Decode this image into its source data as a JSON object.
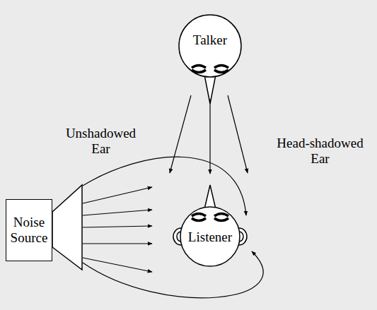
{
  "diagram": {
    "nodes": [
      {
        "text": [
          "Talker"
        ]
      },
      {
        "text": [
          "Noise Source"
        ]
      },
      {
        "text": [
          "Listener"
        ]
      }
    ],
    "edges": [
      {
        "from": 0,
        "to": 2,
        "arrow": "to"
      },
      {
        "from": 0,
        "to": 2,
        "arrow": "to"
      },
      {
        "from": 0,
        "to": 2,
        "arrow": "to"
      },
      {
        "from": 1,
        "to": 2,
        "arrow": "to"
      },
      {
        "from": 1,
        "to": 2,
        "arrow": "to"
      },
      {
        "from": 1,
        "to": 2,
        "arrow": "to"
      },
      {
        "from": 1,
        "to": 2,
        "arrow": "to"
      },
      {
        "from": 1,
        "to": 2,
        "arrow": "to"
      },
      {
        "from": 1,
        "to": 2,
        "arrow": "to"
      },
      {
        "from": 1,
        "to": 2,
        "arrow": "to"
      }
    ],
    "labels": [
      "Unshadowed Ear",
      "Head-shadowed Ear"
    ]
  }
}
